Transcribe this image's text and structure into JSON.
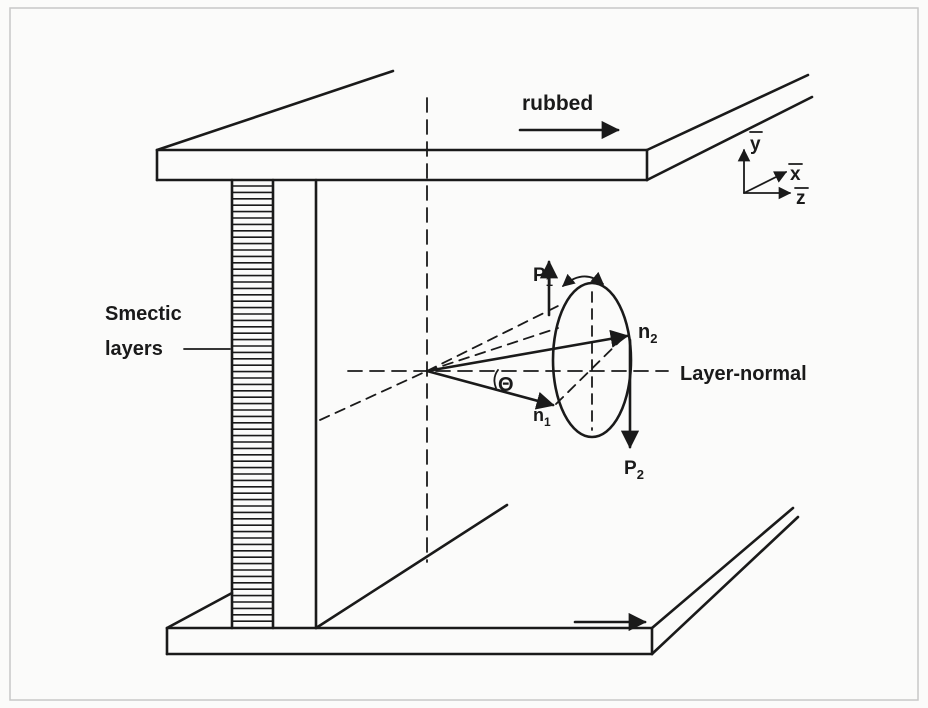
{
  "labels": {
    "rubbed": "rubbed",
    "axis_y": "y",
    "axis_x": "x",
    "axis_z": "z",
    "smectic_line1": "Smectic",
    "smectic_line2": "layers",
    "p1_main": "P",
    "p1_sub": "1",
    "p2_main": "P",
    "p2_sub": "2",
    "n1_main": "n",
    "n1_sub": "1",
    "n2_main": "n",
    "n2_sub": "2",
    "theta": "Θ",
    "layer_normal": "Layer-normal"
  },
  "colors": {
    "ink": "#1a1a1a",
    "paper": "#fbfbfa",
    "frame": "#c8c8c8"
  }
}
